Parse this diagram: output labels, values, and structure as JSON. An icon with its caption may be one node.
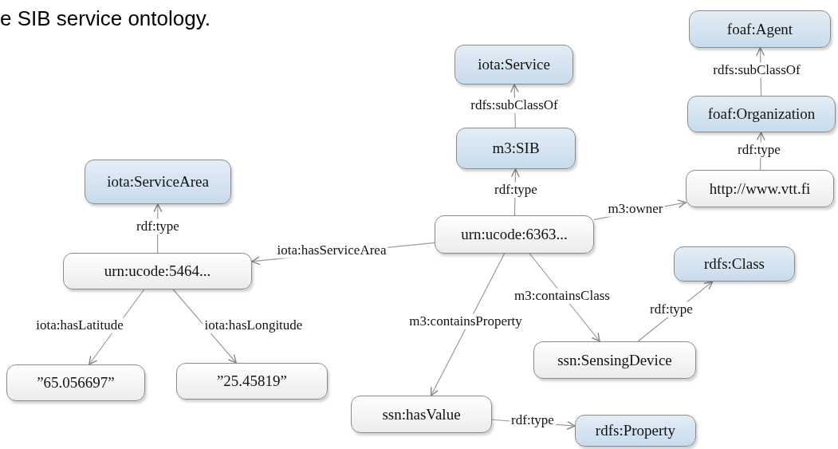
{
  "diagram": {
    "caption": "e SIB service ontology.",
    "nodes": [
      {
        "text": [
          "iota:Service"
        ]
      },
      {
        "text": [
          "m3:SIB"
        ]
      },
      {
        "text": [
          "foaf:Agent"
        ]
      },
      {
        "text": [
          "foaf:Organization"
        ]
      },
      {
        "text": [
          "http://www.vtt.fi"
        ]
      },
      {
        "text": [
          "iota:ServiceArea"
        ]
      },
      {
        "text": [
          "urn:ucode:6363..."
        ]
      },
      {
        "text": [
          "urn:ucode:5464..."
        ]
      },
      {
        "text": [
          "rdfs:Class"
        ]
      },
      {
        "text": [
          "”65.056697”"
        ]
      },
      {
        "text": [
          "”25.45819”"
        ]
      },
      {
        "text": [
          "ssn:SensingDevice"
        ]
      },
      {
        "text": [
          "ssn:hasValue"
        ]
      },
      {
        "text": [
          "rdfs:Property"
        ]
      }
    ],
    "edges": [
      {
        "from": 1,
        "to": 0,
        "arrow": "to",
        "label": "rdfs:subClassOf"
      },
      {
        "from": 3,
        "to": 2,
        "arrow": "to",
        "label": "rdfs:subClassOf"
      },
      {
        "from": 6,
        "to": 1,
        "arrow": "to",
        "label": "rdf:type"
      },
      {
        "from": 4,
        "to": 3,
        "arrow": "to",
        "label": "rdf:type"
      },
      {
        "from": 7,
        "to": 5,
        "arrow": "to",
        "label": "rdf:type"
      },
      {
        "from": 6,
        "to": 7,
        "arrow": "to",
        "label": "iota:hasServiceArea"
      },
      {
        "from": 6,
        "to": 4,
        "arrow": "to",
        "label": "m3:owner"
      },
      {
        "from": 7,
        "to": 9,
        "arrow": "to",
        "label": "iota:hasLatitude"
      },
      {
        "from": 7,
        "to": 10,
        "arrow": "to",
        "label": "iota:hasLongitude"
      },
      {
        "from": 6,
        "to": 12,
        "arrow": "to",
        "label": "m3:containsProperty"
      },
      {
        "from": 6,
        "to": 11,
        "arrow": "to",
        "label": "m3:containsClass"
      },
      {
        "from": 11,
        "to": 8,
        "arrow": "to",
        "label": "rdf:type"
      },
      {
        "from": 12,
        "to": 13,
        "arrow": "to",
        "label": "rdf:type"
      }
    ]
  }
}
